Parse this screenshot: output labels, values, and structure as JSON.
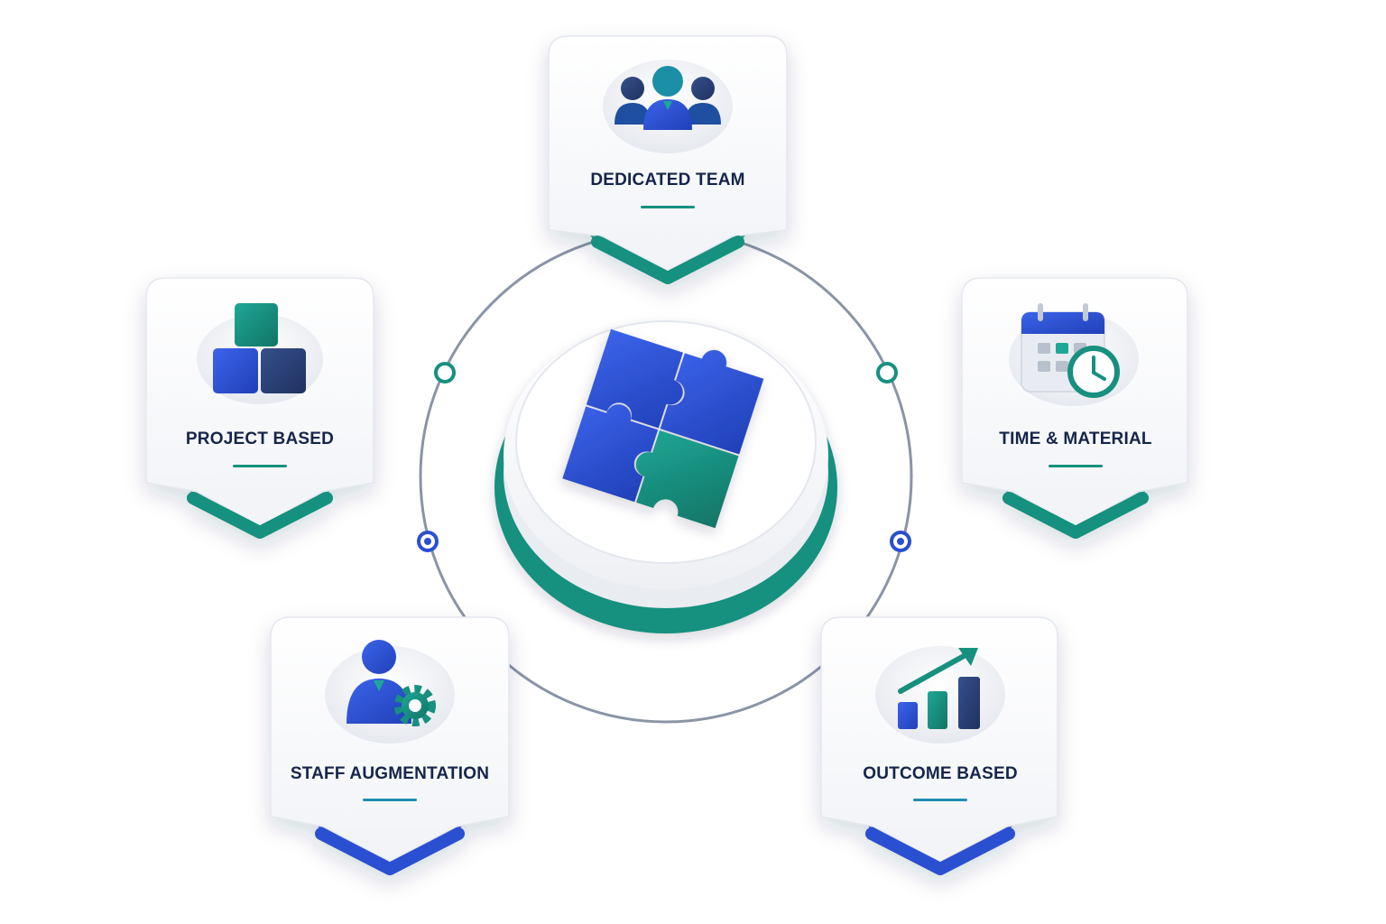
{
  "cards": [
    {
      "id": "dedicated-team",
      "label": "DEDICATED TEAM",
      "icon": "team-icon",
      "accent": "#17907f"
    },
    {
      "id": "project-based",
      "label": "PROJECT BASED",
      "icon": "cubes-icon",
      "accent": "#17907f"
    },
    {
      "id": "time-material",
      "label": "TIME & MATERIAL",
      "icon": "calendar-clock-icon",
      "accent": "#17907f"
    },
    {
      "id": "staff-augmentation",
      "label": "STAFF AUGMENTATION",
      "icon": "person-gear-icon",
      "accent": "#2b4fd0"
    },
    {
      "id": "outcome-based",
      "label": "OUTCOME BASED",
      "icon": "growth-chart-icon",
      "accent": "#2b4fd0"
    }
  ],
  "center": {
    "icon": "puzzle-icon"
  },
  "colors": {
    "blue": "#2b4fd0",
    "teal": "#17907f",
    "navy": "#15254a",
    "ring": "#8a94a6"
  }
}
